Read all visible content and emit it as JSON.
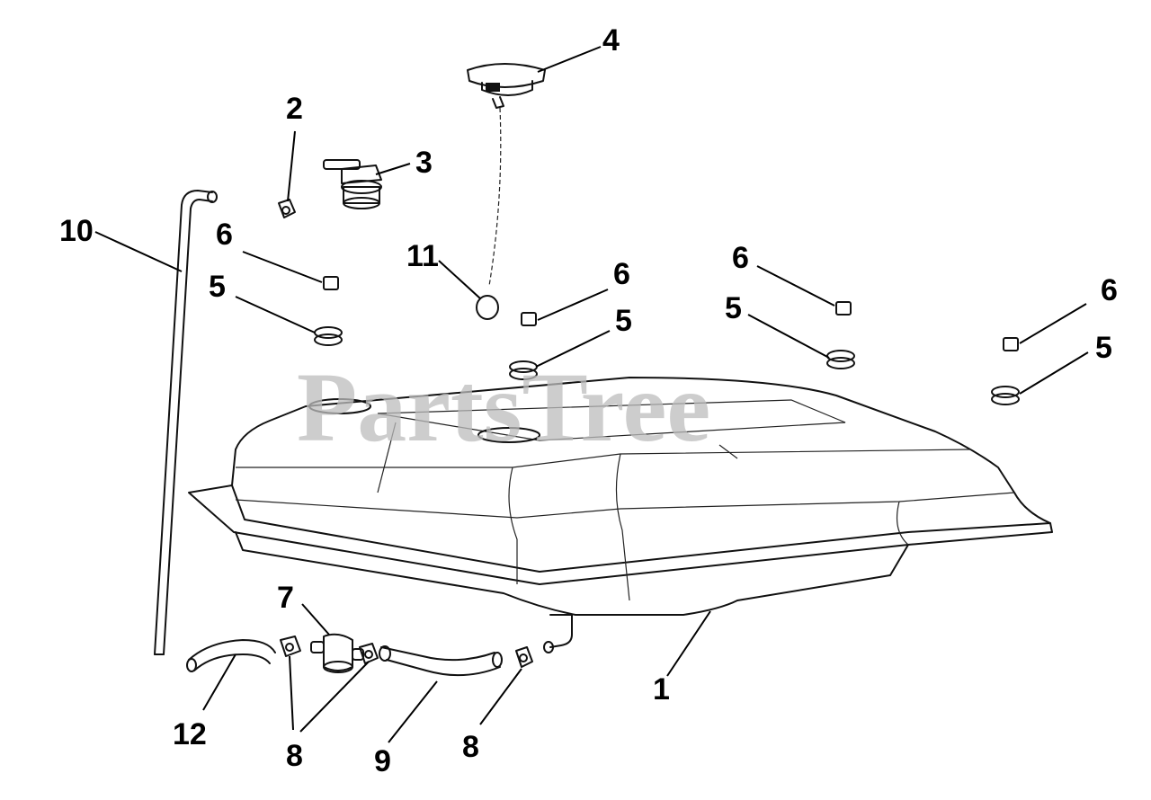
{
  "watermark": "PartsTree",
  "callouts": {
    "c1": "1",
    "c2": "2",
    "c3": "3",
    "c4": "4",
    "c5a": "5",
    "c5b": "5",
    "c5c": "5",
    "c5d": "5",
    "c6a": "6",
    "c6b": "6",
    "c6c": "6",
    "c6d": "6",
    "c7": "7",
    "c8a": "8",
    "c8b": "8",
    "c9": "9",
    "c10": "10",
    "c11": "11",
    "c12": "12"
  }
}
